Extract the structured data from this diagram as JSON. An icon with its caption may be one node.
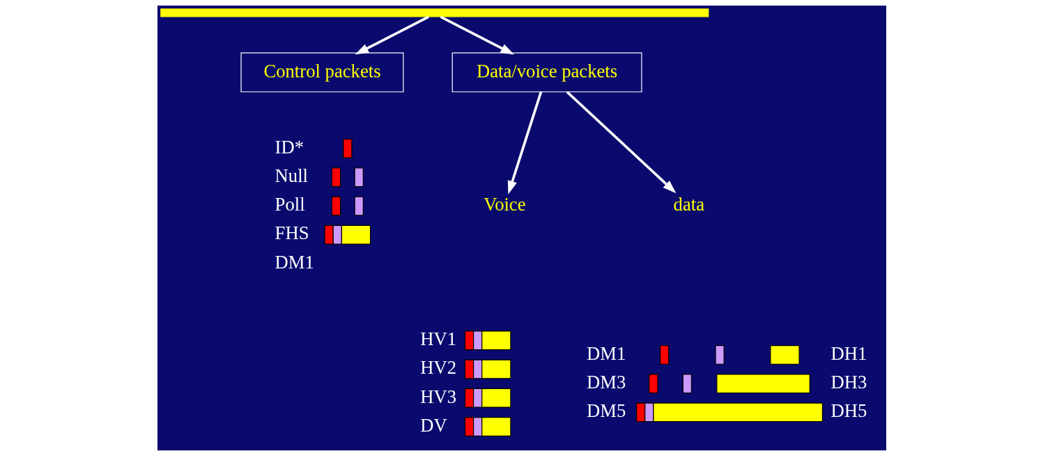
{
  "diagram": {
    "nodes": [
      {
        "text": [],
        "shape": "bar"
      },
      {
        "text": [
          "Control packets"
        ]
      },
      {
        "text": [
          "Data/voice packets"
        ]
      },
      {
        "text": [
          "Voice"
        ]
      },
      {
        "text": [
          "data"
        ]
      }
    ],
    "edges": [
      {
        "from": 0,
        "to": 1,
        "arrow": "to"
      },
      {
        "from": 0,
        "to": 2,
        "arrow": "to"
      },
      {
        "from": 2,
        "to": 3,
        "arrow": "to"
      },
      {
        "from": 2,
        "to": 4,
        "arrow": "to"
      }
    ],
    "labels": [
      "ID*",
      "Null",
      "Poll",
      "FHS",
      "DM1",
      "HV1",
      "HV2",
      "HV3",
      "DV",
      "DM1",
      "DH1",
      "DM3",
      "DH3",
      "DM5",
      "DH5"
    ]
  }
}
